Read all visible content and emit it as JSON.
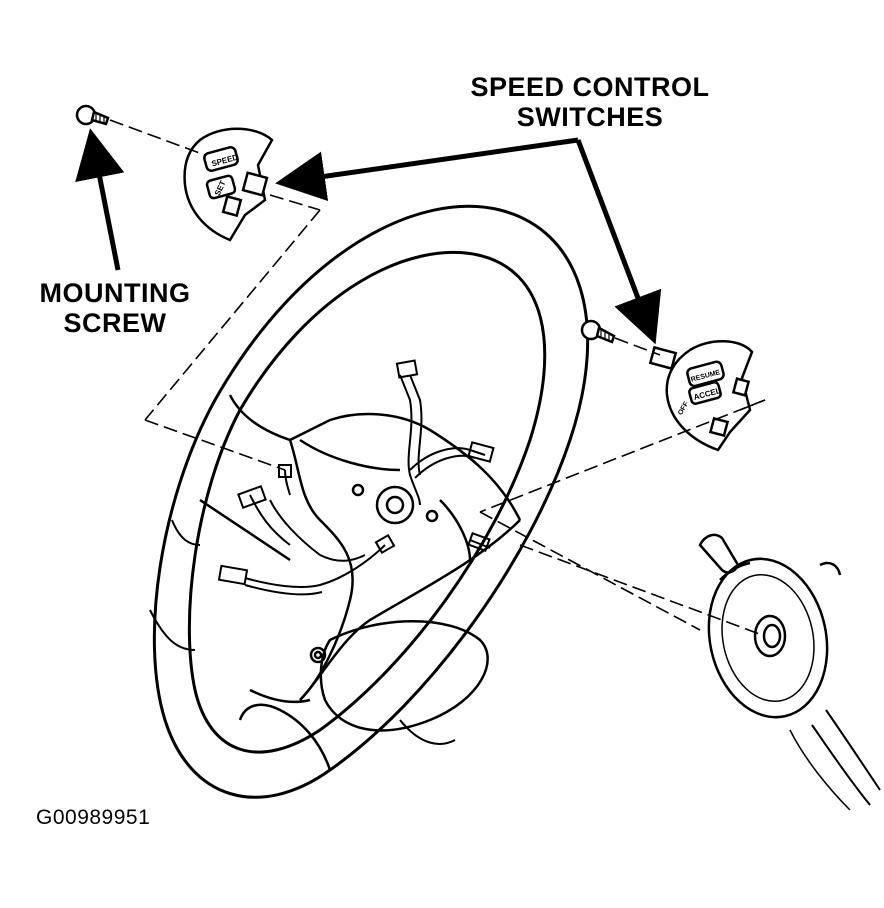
{
  "labels": {
    "speed_control_line1": "SPEED CONTROL",
    "speed_control_line2": "SWITCHES",
    "mounting_line1": "MOUNTING",
    "mounting_line2": "SCREW",
    "figure_id": "G00989951"
  },
  "switch_left": {
    "top_text": "SPEED",
    "side_text": "SET"
  },
  "switch_right": {
    "top_text": "RESUME",
    "mid_text": "ACCEL",
    "side_text": "OFF"
  },
  "colors": {
    "ink": "#000000",
    "background": "#ffffff"
  }
}
